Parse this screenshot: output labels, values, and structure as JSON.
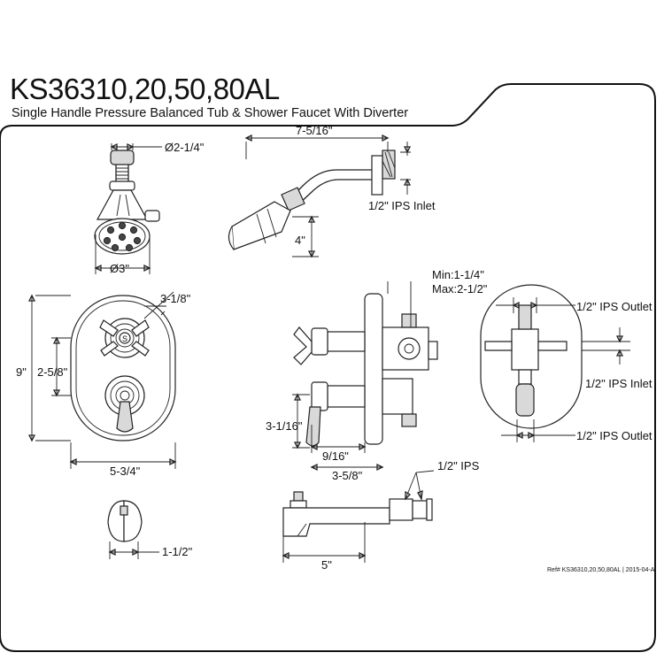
{
  "header": {
    "model": "KS36310,20,50,80AL",
    "description": "Single Handle Pressure Balanced Tub & Shower Faucet With Diverter"
  },
  "dimensions": {
    "head_diameter_top": "Ø2-1/4\"",
    "head_diameter_bottom": "Ø3\"",
    "arm_length": "7-5/16\"",
    "arm_inlet": "1/2\" IPS Inlet",
    "arm_drop": "4\"",
    "plate_width_top": "3-1/8\"",
    "plate_height": "9\"",
    "handle_spacing": "2-5/8\"",
    "plate_width": "5-3/4\"",
    "wall_min": "Min:1-1/4\"",
    "wall_max": "Max:2-1/2\"",
    "handle_height": "3-1/16\"",
    "handle_depth": "9/16\"",
    "handle_projection": "3-5/8\"",
    "outlet_top": "1/2\" IPS Outlet",
    "inlet_side": "1/2\" IPS Inlet",
    "outlet_bottom": "1/2\" IPS Outlet",
    "spout_ips": "1/2\" IPS",
    "spout_length": "5\"",
    "flange_projection": "1-1/2\""
  },
  "footer": {
    "reference": "Ref# KS36310,20,50,80AL | 2015-04-A"
  }
}
